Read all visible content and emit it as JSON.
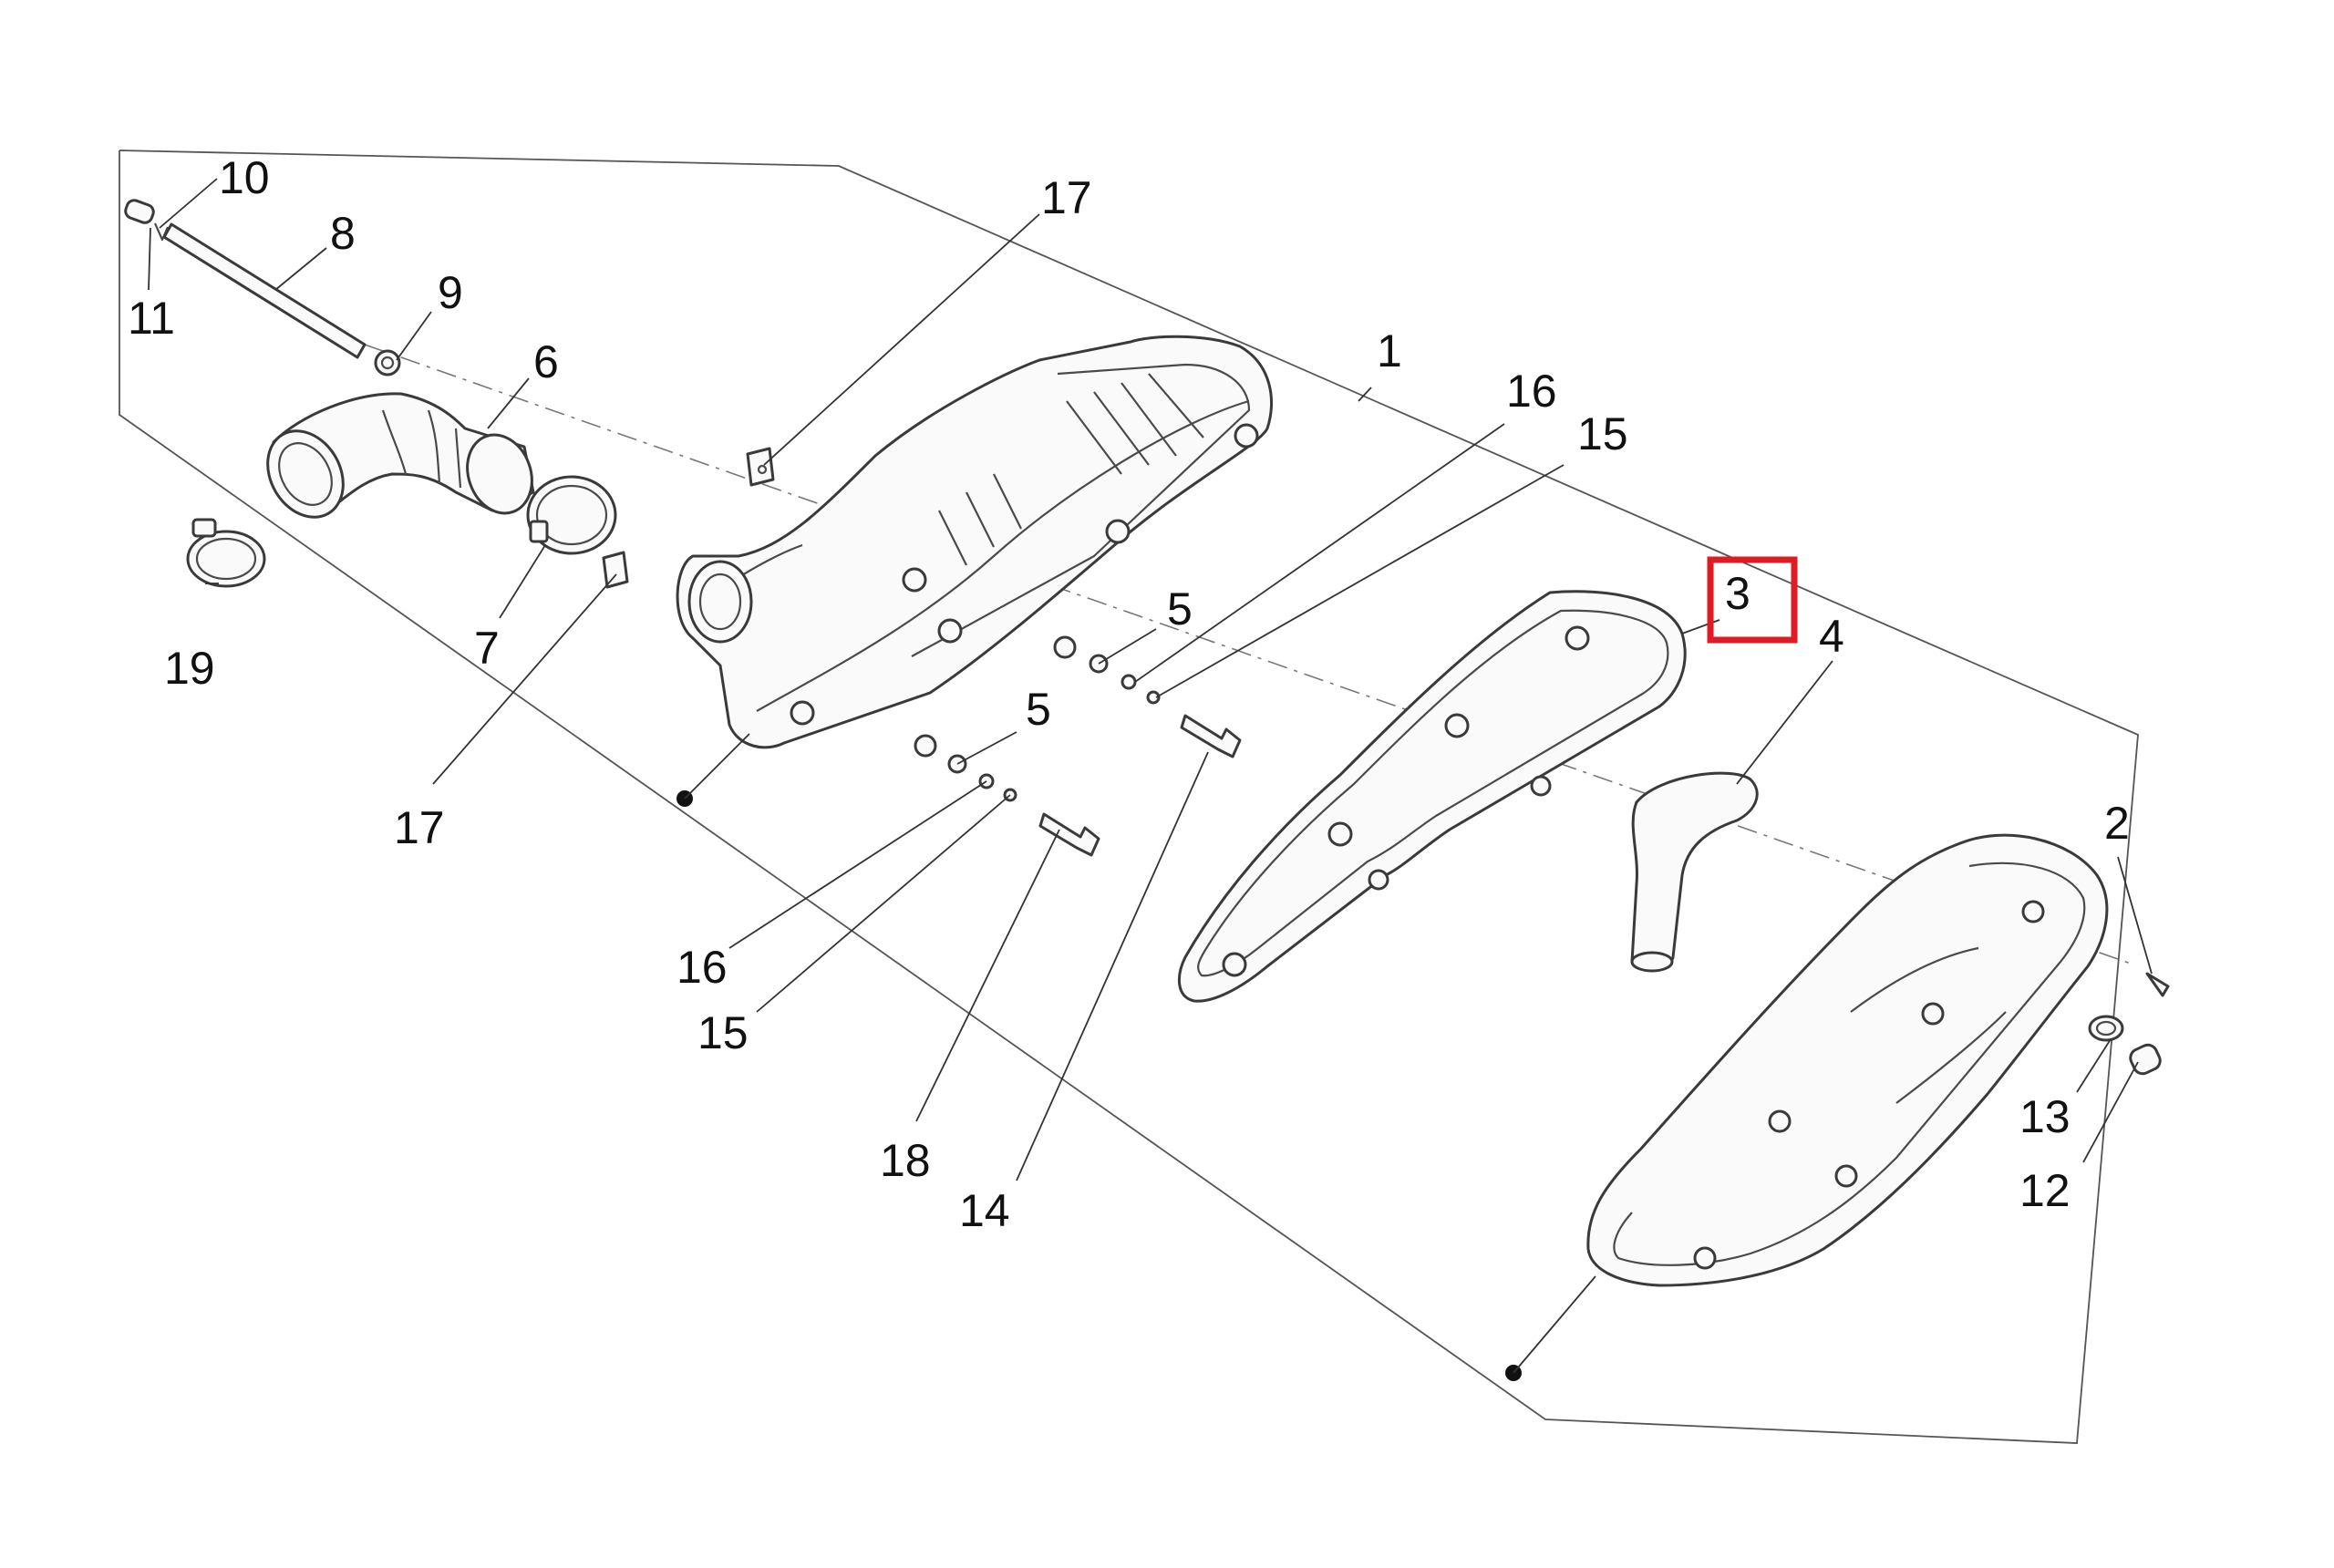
{
  "diagram": {
    "callouts": [
      "10",
      "8",
      "11",
      "9",
      "6",
      "19",
      "7",
      "17",
      "17",
      "1",
      "16",
      "15",
      "5",
      "5",
      "3",
      "4",
      "16",
      "15",
      "18",
      "14",
      "2",
      "13",
      "12"
    ],
    "highlighted_callout": "3",
    "highlight_color": "#e01b24"
  }
}
